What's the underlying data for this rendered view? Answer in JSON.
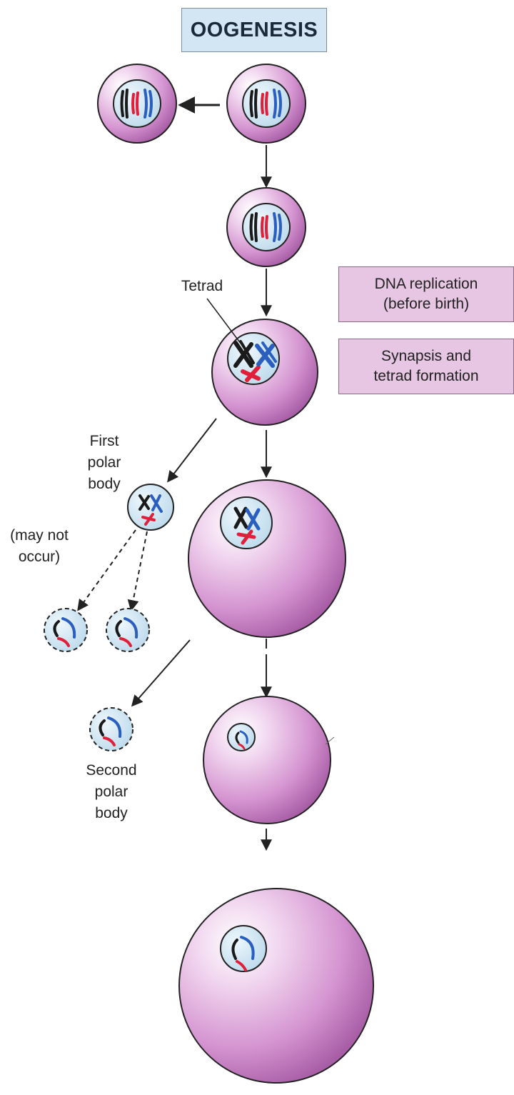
{
  "title": "OOGENESIS",
  "steps": {
    "dna_replication": [
      "DNA replication",
      "(before birth)"
    ],
    "synapsis": [
      "Synapsis and",
      "tetrad formation"
    ]
  },
  "labels": {
    "tetrad": "Tetrad",
    "first_polar_body": [
      "First",
      "polar",
      "body"
    ],
    "may_not_occur": [
      "(may not",
      "occur)"
    ],
    "second_polar_body": [
      "Second",
      "polar",
      "body"
    ]
  },
  "colors": {
    "cell_fill": "#cf86cb",
    "nucleus_fill": "#cfe6f3",
    "chromosome_black": "#1a1a1a",
    "chromosome_red": "#e0203a",
    "chromosome_blue": "#2a5fc0",
    "step_box_fill": "#e6c6e3",
    "title_box_fill": "#d3e6f3"
  }
}
